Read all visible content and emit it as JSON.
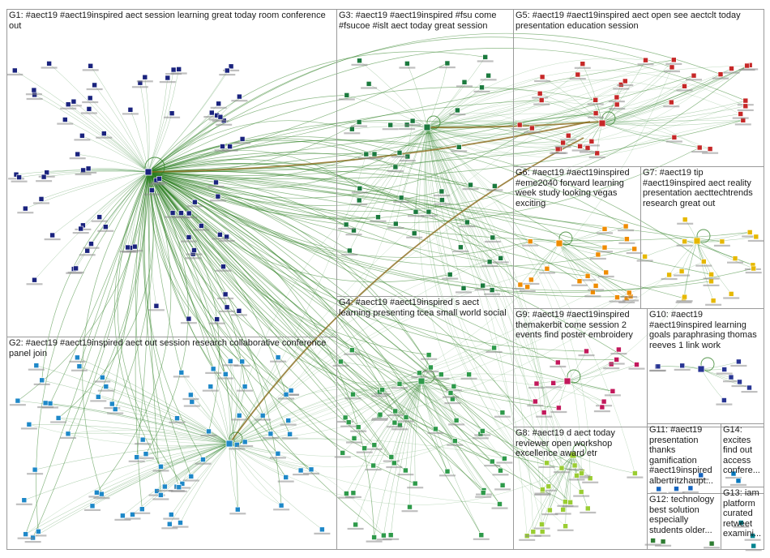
{
  "groups": [
    {
      "id": "G1",
      "label": "G1: #aect19 #aect19inspired aect session learning great today room conference out",
      "color": "#1a237e"
    },
    {
      "id": "G2",
      "label": "G2: #aect19 #aect19inspired aect out session research collaborative conference panel join",
      "color": "#1e88c8"
    },
    {
      "id": "G3",
      "label": "G3: #aect19 #aect19inspired #fsu come #fsucoe #islt aect today great session",
      "color": "#1b7a3e"
    },
    {
      "id": "G4",
      "label": "G4: #aect19 #aect19inspired s aect learning presenting tcea small world social",
      "color": "#2e9a4a"
    },
    {
      "id": "G5",
      "label": "G5: #aect19 #aect19inspired aect open see aectclt today presentation education session",
      "color": "#c62828"
    },
    {
      "id": "G6",
      "label": "G6: #aect19 #aect19inspired #eme2040 forward learning week study looking vegas exciting",
      "color": "#ef8c00"
    },
    {
      "id": "G7",
      "label": "G7: #aect19 tip #aect19inspired aect reality presentation aecttechtrends research great out",
      "color": "#e6b800"
    },
    {
      "id": "G8",
      "label": "G8: #aect19 d aect today reviewer open workshop excellence award etr",
      "color": "#9acd32"
    },
    {
      "id": "G9",
      "label": "G9: #aect19 #aect19inspired themakerbit come session 2 events find poster embroidery",
      "color": "#c2185b"
    },
    {
      "id": "G10",
      "label": "G10: #aect19 #aect19inspired learning goals paraphrasing thomas reeves 1 link work",
      "color": "#283593"
    },
    {
      "id": "G11",
      "label": "G11: #aect19 presentation thanks gamification #aect19inspired albertritzhaupt...",
      "color": "#1565c0"
    },
    {
      "id": "G12",
      "label": "G12: technology best solution especially students older...",
      "color": "#2e7d32"
    },
    {
      "id": "G13",
      "label": "G13: iam platform curated retweet examini...",
      "color": "#00838f"
    },
    {
      "id": "G14",
      "label": "G14: excites find out access confere...",
      "color": "#0277bd"
    }
  ]
}
